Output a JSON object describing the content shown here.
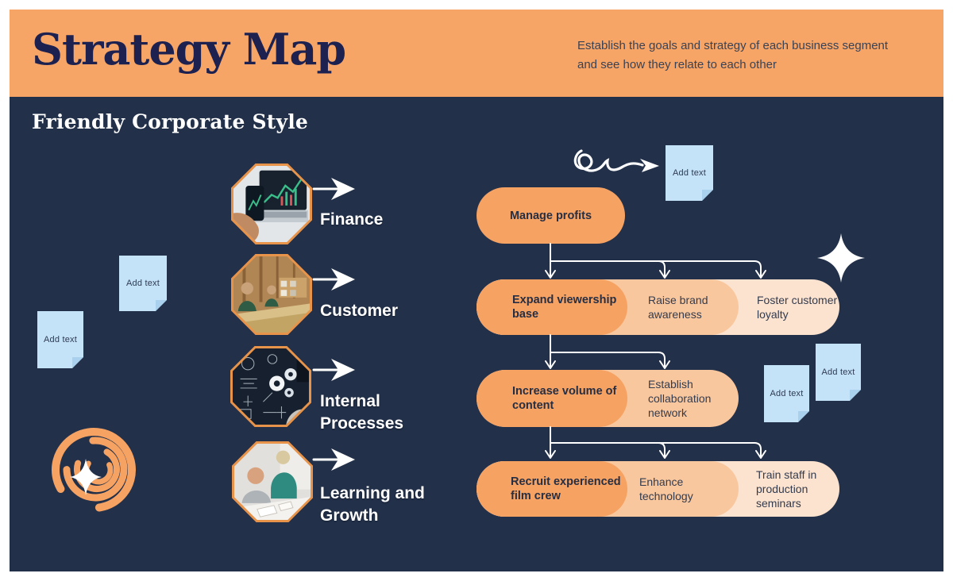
{
  "header": {
    "title": "Strategy Map",
    "subtitle_line1": "Establish the goals and strategy of each business segment",
    "subtitle_line2": "and see how they relate to each other"
  },
  "body": {
    "heading": "Friendly Corporate Style"
  },
  "perspectives": [
    {
      "label": "Finance",
      "image": "finance-trading-photo"
    },
    {
      "label": "Customer",
      "image": "coffee-shop-photo"
    },
    {
      "label": "Internal Processes",
      "image": "chalkboard-gears-photo"
    },
    {
      "label": "Learning and Growth",
      "image": "team-working-photo"
    }
  ],
  "sticky_notes": [
    {
      "label": "Add text"
    },
    {
      "label": "Add text"
    },
    {
      "label": "Add text"
    },
    {
      "label": "Add text"
    },
    {
      "label": "Add text"
    }
  ],
  "flowchart": {
    "root": {
      "label": "Manage profits"
    },
    "rows": [
      {
        "segments": [
          {
            "label": "Expand viewership base",
            "emphasis": true
          },
          {
            "label": "Raise brand awareness"
          },
          {
            "label": "Foster customer loyalty"
          }
        ]
      },
      {
        "segments": [
          {
            "label": "Increase volume of content",
            "emphasis": true
          },
          {
            "label": "Establish collaboration network"
          }
        ]
      },
      {
        "segments": [
          {
            "label": "Recruit experienced film crew",
            "emphasis": true
          },
          {
            "label": "Enhance technology"
          },
          {
            "label": "Train staff in production seminars"
          }
        ]
      }
    ]
  },
  "icons": {
    "squiggle_arrow": "loop-squiggle-arrow",
    "sparkle": "four-point-sparkle",
    "logo": "swirl-sparkle-logo"
  },
  "colors": {
    "frame": "#FFFFFF",
    "header_bg": "#F7A567",
    "canvas_bg": "#22304A",
    "title_text": "#1C2150",
    "subtitle_text": "#3A4254",
    "pill_dark": "#F5A263",
    "pill_medium": "#F9C79E",
    "pill_light": "#FCE3CF",
    "note_bg": "#C4E2F8",
    "arrow_white": "#FFFFFF"
  }
}
